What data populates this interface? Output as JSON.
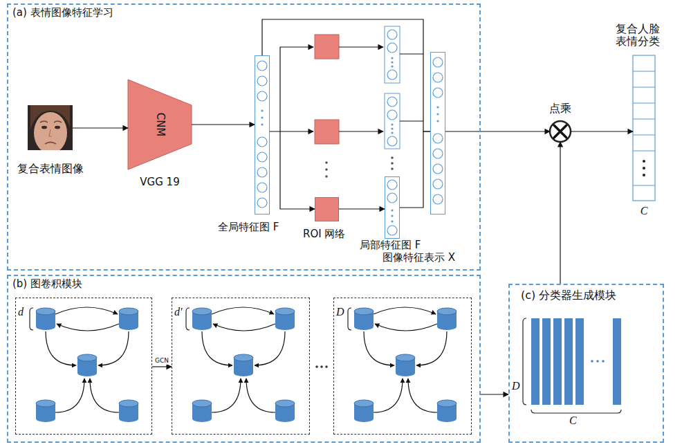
{
  "diagram": {
    "nodes": [
      {
        "text": [
          "(a) 表情图像特征学习"
        ]
      },
      {
        "text": [
          "复合表情图像"
        ],
        "in": 0
      },
      {
        "text": [
          "CNM",
          "VGG 19"
        ],
        "in": 0
      },
      {
        "text": [
          "全局特征图 F"
        ],
        "in": 0
      },
      {
        "text": [
          "ROI 网络"
        ],
        "in": 0
      },
      {
        "text": [
          "局部特征图 F"
        ],
        "in": 0
      },
      {
        "text": [
          "图像特征表示 X"
        ],
        "in": 0
      },
      {
        "text": [
          "点乘"
        ]
      },
      {
        "text": [
          "复合人脸 表情分类",
          "C"
        ]
      },
      {
        "text": [
          "(b) 图卷积模块"
        ]
      },
      {
        "text": [
          "d"
        ],
        "in": 9
      },
      {
        "text": [
          "d'"
        ],
        "in": 9
      },
      {
        "text": [
          "D"
        ],
        "in": 9
      },
      {
        "text": [
          "(c) 分类器生成模块",
          "D",
          "C"
        ]
      }
    ],
    "edges": [
      {
        "from": 1,
        "to": 2,
        "arrow": "to"
      },
      {
        "from": 2,
        "to": 3,
        "arrow": "to"
      },
      {
        "from": 3,
        "to": 4,
        "arrow": "to"
      },
      {
        "from": 4,
        "to": 5,
        "arrow": "to"
      },
      {
        "from": 5,
        "to": 6,
        "arrow": "none"
      },
      {
        "from": 3,
        "to": 6,
        "arrow": "none"
      },
      {
        "from": 6,
        "to": 7,
        "arrow": "to"
      },
      {
        "from": 7,
        "to": 8,
        "arrow": "to"
      },
      {
        "from": 10,
        "to": 11,
        "label": "GCN",
        "arrow": "to"
      },
      {
        "from": 9,
        "to": 13,
        "arrow": "to"
      },
      {
        "from": 13,
        "to": 7,
        "arrow": "to"
      }
    ]
  }
}
